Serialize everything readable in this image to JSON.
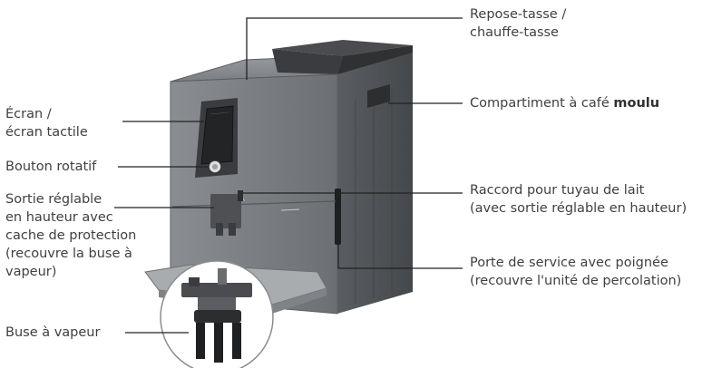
{
  "labels": {
    "repose_tasse": {
      "lines": [
        "Repose-tasse /",
        "chauffe-tasse"
      ]
    },
    "compartiment": {
      "text": "Compartiment à café ",
      "bold": "moulu"
    },
    "raccord": {
      "lines": [
        "Raccord pour tuyau de lait",
        "(avec sortie réglable en hauteur)"
      ]
    },
    "porte_service": {
      "lines": [
        "Porte de service avec poignée",
        "(recouvre l'unité de percolation)"
      ]
    },
    "ecran": {
      "lines": [
        "Écran /",
        "écran tactile"
      ]
    },
    "bouton_rotatif": {
      "lines": [
        "Bouton rotatif"
      ]
    },
    "sortie_reglable": {
      "lines": [
        "Sortie réglable",
        "en hauteur avec",
        "cache de protection",
        "(recouvre la buse à",
        "vapeur)"
      ]
    },
    "buse_vapeur": {
      "lines": [
        "Buse à vapeur"
      ]
    }
  },
  "colors": {
    "machine_body": "#6f7276",
    "machine_dark": "#3e4043",
    "leader_line": "#222222",
    "text": "#404040"
  }
}
